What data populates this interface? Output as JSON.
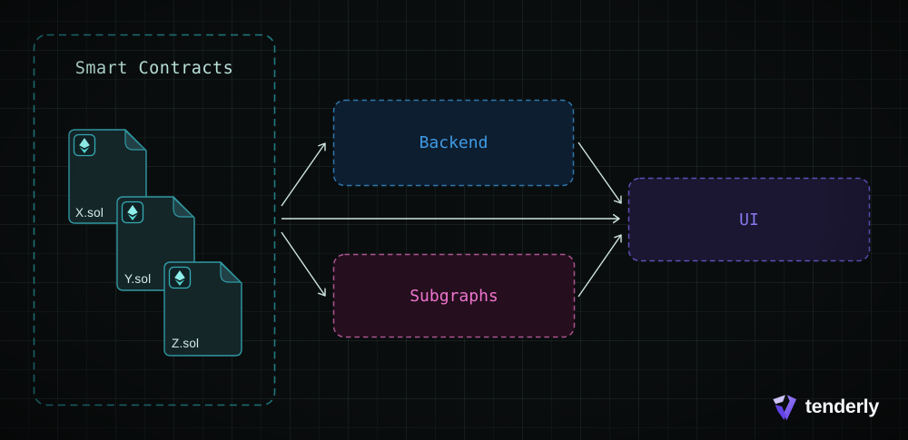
{
  "diagram": {
    "container": {
      "title": "Smart Contracts"
    },
    "files": [
      {
        "label": "X.sol"
      },
      {
        "label": "Y.sol"
      },
      {
        "label": "Z.sol"
      }
    ],
    "nodes": {
      "backend": {
        "label": "Backend",
        "text_color": "#3f9be4",
        "border_color": "#2e76ab",
        "fill_color": "#0d1e30"
      },
      "subgraphs": {
        "label": "Subgraphs",
        "text_color": "#ee74ce",
        "border_color": "#a9548f",
        "fill_color": "#250e1d"
      },
      "ui": {
        "label": "UI",
        "text_color": "#8579ee",
        "border_color": "#5c50b6",
        "fill_color": "#1b1631"
      }
    },
    "colors": {
      "background": "#0a0d0e",
      "arrow": "#cfe6de",
      "container_border": "#1f7b81",
      "container_title": "#b9e2d8",
      "card_border": "#2f9aa4",
      "card_fill": "#152629",
      "card_fold": "#224147",
      "card_label": "#d5ecef",
      "badge_border": "#35aab4",
      "badge_fill": "#102225",
      "eth_diamond_light": "#8feee9",
      "eth_diamond_dark": "#54d6d2"
    }
  },
  "branding": {
    "logo_text": "tenderly",
    "logo_purple_light": "#cdc3f7",
    "logo_purple_mid": "#8d75f2",
    "logo_purple_dark": "#6243e6"
  }
}
